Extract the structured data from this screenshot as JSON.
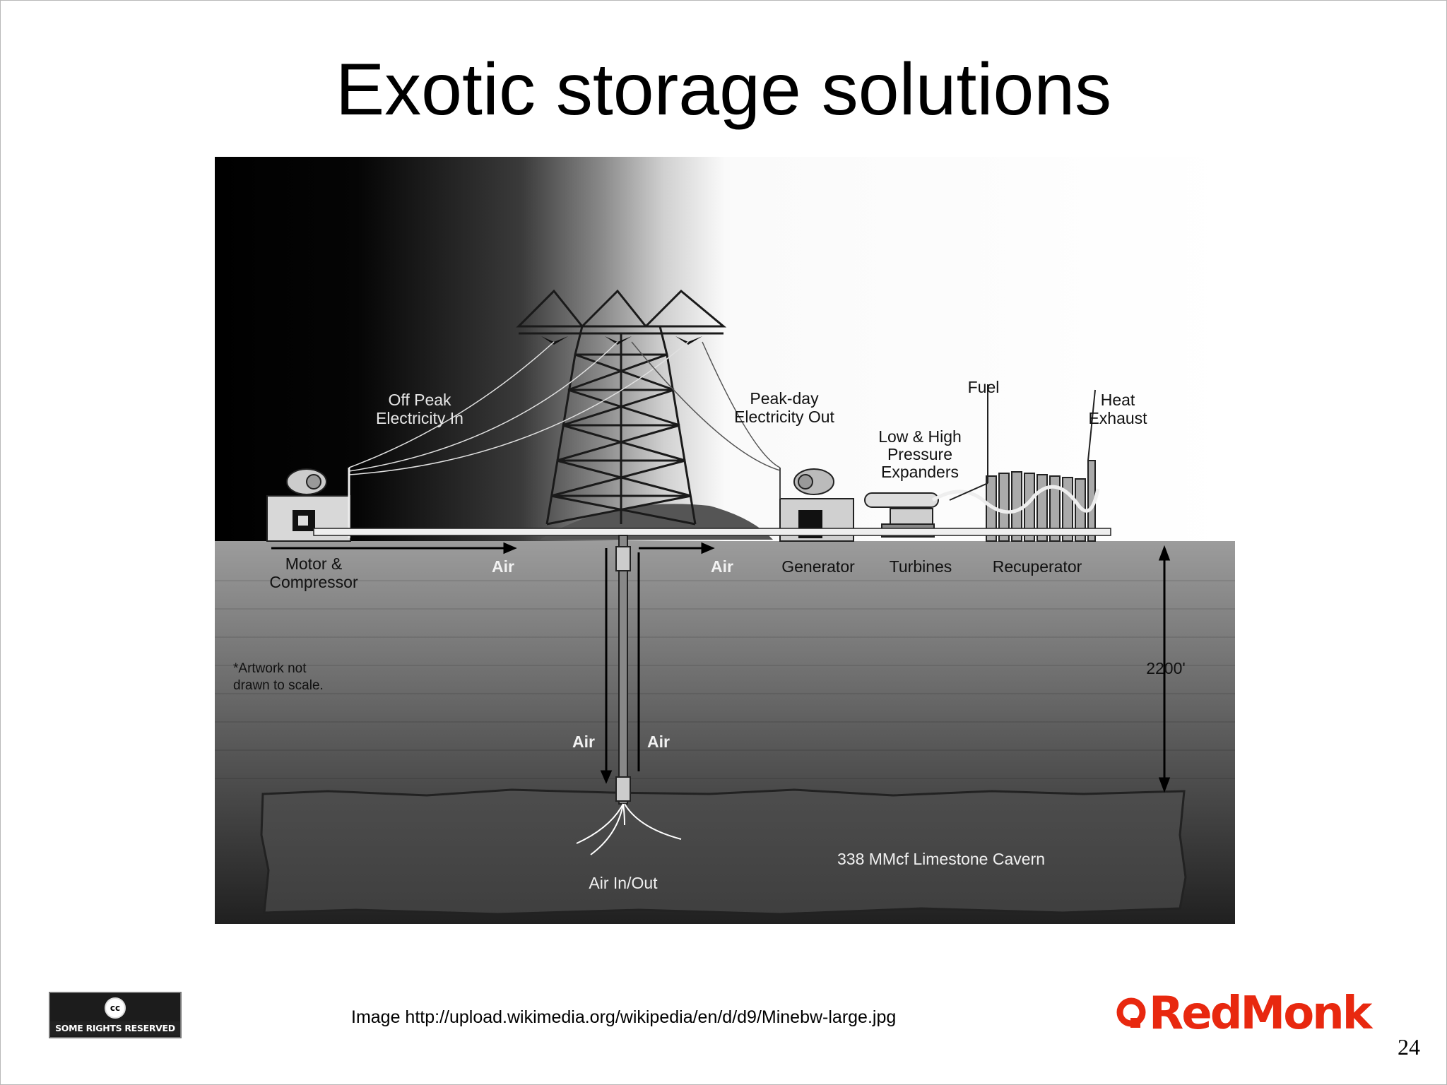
{
  "slide": {
    "title": "Exotic storage solutions",
    "caption": "Image http://upload.wikimedia.org/wikipedia/en/d/d9/Minebw-large.jpg",
    "page_number": "24",
    "license_badge": {
      "symbol": "cc",
      "text": "SOME RIGHTS RESERVED"
    },
    "logo": {
      "text": "RedMonk",
      "color": "#e8280f"
    }
  },
  "diagram": {
    "labels": {
      "off_peak": [
        "Off Peak",
        "Electricity In"
      ],
      "peak_day": [
        "Peak-day",
        "Electricity Out"
      ],
      "fuel": "Fuel",
      "heat_exhaust": [
        "Heat",
        "Exhaust"
      ],
      "expanders": [
        "Low & High",
        "Pressure",
        "Expanders"
      ],
      "motor": [
        "Motor &",
        "Compressor"
      ],
      "air_left": "Air",
      "air_right": "Air",
      "generator": "Generator",
      "turbines": "Turbines",
      "recuperator": "Recuperator",
      "depth": "2200'",
      "artwork_note": [
        "*Artwork not",
        "drawn to scale."
      ],
      "air_down": "Air",
      "air_up": "Air",
      "cavern": "338 MMcf Limestone Cavern",
      "air_in_out": "Air In/Out"
    }
  }
}
